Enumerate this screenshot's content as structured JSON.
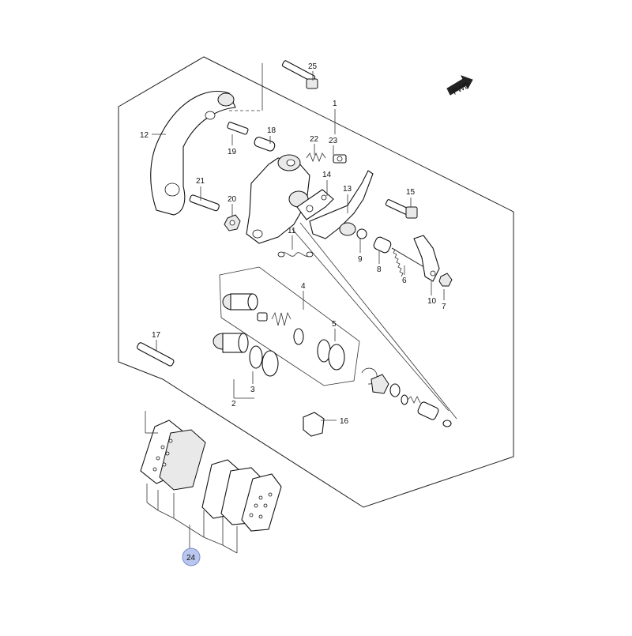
{
  "diagram": {
    "direction_arrow": "FWD",
    "highlight_color": "#b9c6ee",
    "callouts": [
      {
        "id": "c25",
        "label": "25"
      },
      {
        "id": "c1",
        "label": "1"
      },
      {
        "id": "c12",
        "label": "12"
      },
      {
        "id": "c18",
        "label": "18"
      },
      {
        "id": "c19",
        "label": "19"
      },
      {
        "id": "c22",
        "label": "22"
      },
      {
        "id": "c23",
        "label": "23"
      },
      {
        "id": "c14",
        "label": "14"
      },
      {
        "id": "c13",
        "label": "13"
      },
      {
        "id": "c15",
        "label": "15"
      },
      {
        "id": "c21",
        "label": "21"
      },
      {
        "id": "c20",
        "label": "20"
      },
      {
        "id": "c11",
        "label": "11"
      },
      {
        "id": "c9",
        "label": "9"
      },
      {
        "id": "c8",
        "label": "8"
      },
      {
        "id": "c6",
        "label": "6"
      },
      {
        "id": "c10",
        "label": "10"
      },
      {
        "id": "c7",
        "label": "7"
      },
      {
        "id": "c4",
        "label": "4"
      },
      {
        "id": "c5",
        "label": "5"
      },
      {
        "id": "c17",
        "label": "17"
      },
      {
        "id": "c3",
        "label": "3"
      },
      {
        "id": "c2",
        "label": "2"
      },
      {
        "id": "c16",
        "label": "16"
      },
      {
        "id": "c24",
        "label": "24"
      }
    ]
  }
}
